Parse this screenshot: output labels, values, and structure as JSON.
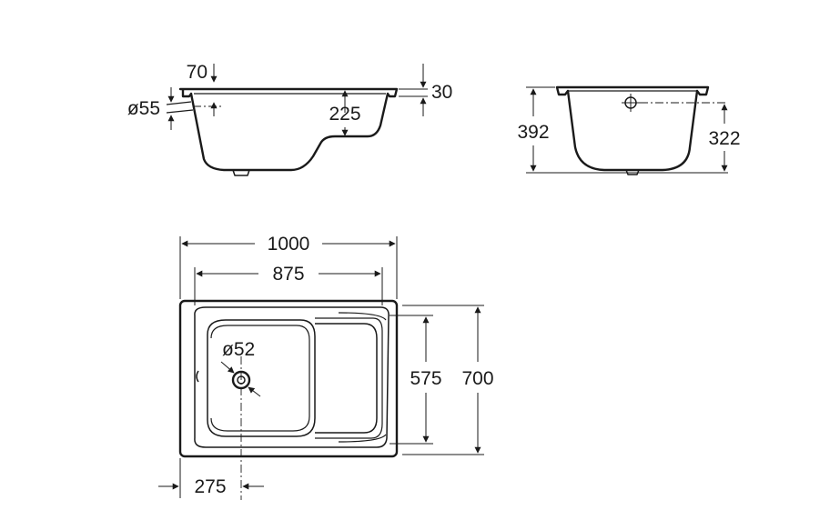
{
  "views": {
    "side_view": {
      "rim_height": "70",
      "overflow_diameter": "ø55",
      "seat_depth": "225",
      "rim_thickness": "30"
    },
    "end_view": {
      "total_height": "392",
      "overflow_height": "322"
    },
    "top_view": {
      "overall_length": "1000",
      "inner_length": "875",
      "drain_diameter": "ø52",
      "inner_width": "575",
      "overall_width": "700",
      "drain_offset": "275"
    }
  },
  "colors": {
    "line": "#1a1a1a",
    "background": "#ffffff"
  }
}
